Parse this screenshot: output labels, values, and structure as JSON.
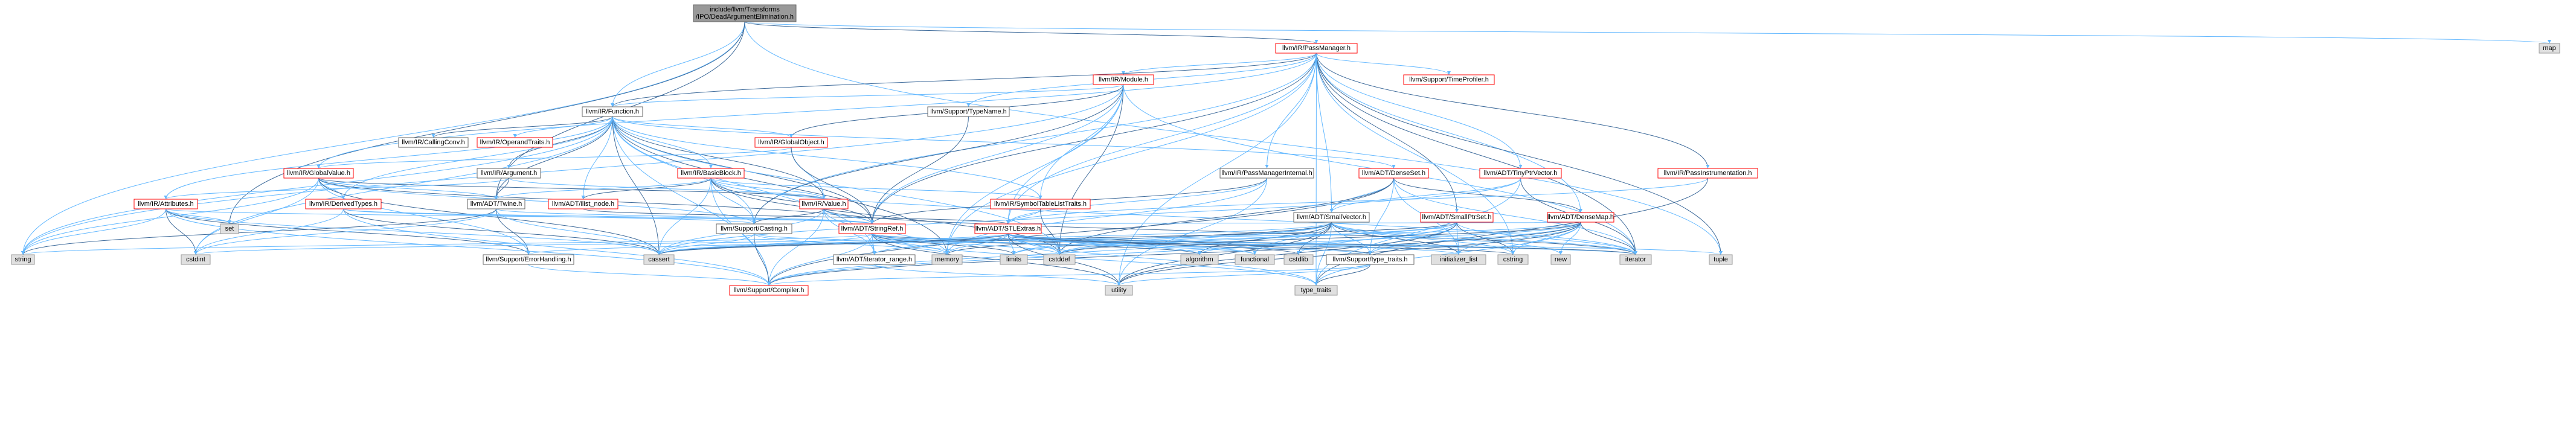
{
  "colors": {
    "root_fill": "#999999",
    "root_stroke": "#666666",
    "file_fill": "#ffffff",
    "file_stroke": "#ff0000",
    "plain_stroke": "#666666",
    "system_fill": "#e0e0e0",
    "system_stroke": "#999999",
    "edge": "#63b8ff",
    "edge_alt": "#3d6a9a",
    "text": "#000000"
  },
  "nodes": [
    {
      "id": "root",
      "label": "include/llvm/Transforms\n/IPO/DeadArgumentElimination.h",
      "kind": "root"
    },
    {
      "id": "passmanager",
      "label": "llvm/IR/PassManager.h",
      "kind": "file"
    },
    {
      "id": "map",
      "label": "map",
      "kind": "system"
    },
    {
      "id": "module",
      "label": "llvm/IR/Module.h",
      "kind": "file"
    },
    {
      "id": "timeprofiler",
      "label": "llvm/Support/TimeProfiler.h",
      "kind": "file"
    },
    {
      "id": "function",
      "label": "llvm/IR/Function.h",
      "kind": "plain"
    },
    {
      "id": "typename",
      "label": "llvm/Support/TypeName.h",
      "kind": "plain"
    },
    {
      "id": "callingconv",
      "label": "llvm/IR/CallingConv.h",
      "kind": "plain"
    },
    {
      "id": "operandtraits",
      "label": "llvm/IR/OperandTraits.h",
      "kind": "file"
    },
    {
      "id": "globalobject",
      "label": "llvm/IR/GlobalObject.h",
      "kind": "file"
    },
    {
      "id": "globalvalue",
      "label": "llvm/IR/GlobalValue.h",
      "kind": "file"
    },
    {
      "id": "argument",
      "label": "llvm/IR/Argument.h",
      "kind": "plain"
    },
    {
      "id": "basicblock",
      "label": "llvm/IR/BasicBlock.h",
      "kind": "file"
    },
    {
      "id": "pmi",
      "label": "llvm/IR/PassManagerInternal.h",
      "kind": "plain"
    },
    {
      "id": "denseset",
      "label": "llvm/ADT/DenseSet.h",
      "kind": "file"
    },
    {
      "id": "tinyptrvector",
      "label": "llvm/ADT/TinyPtrVector.h",
      "kind": "file"
    },
    {
      "id": "passinstr",
      "label": "llvm/IR/PassInstrumentation.h",
      "kind": "file"
    },
    {
      "id": "attributes",
      "label": "llvm/IR/Attributes.h",
      "kind": "file"
    },
    {
      "id": "twine",
      "label": "llvm/ADT/Twine.h",
      "kind": "plain"
    },
    {
      "id": "derivedtypes",
      "label": "llvm/IR/DerivedTypes.h",
      "kind": "file"
    },
    {
      "id": "ilistnode",
      "label": "llvm/ADT/ilist_node.h",
      "kind": "file"
    },
    {
      "id": "value",
      "label": "llvm/IR/Value.h",
      "kind": "file"
    },
    {
      "id": "symtab",
      "label": "llvm/IR/SymbolTableListTraits.h",
      "kind": "file"
    },
    {
      "id": "smallvector",
      "label": "llvm/ADT/SmallVector.h",
      "kind": "plain"
    },
    {
      "id": "smallptrset",
      "label": "llvm/ADT/SmallPtrSet.h",
      "kind": "file"
    },
    {
      "id": "densemap",
      "label": "llvm/ADT/DenseMap.h",
      "kind": "file"
    },
    {
      "id": "set",
      "label": "set",
      "kind": "system"
    },
    {
      "id": "casting",
      "label": "llvm/Support/Casting.h",
      "kind": "plain"
    },
    {
      "id": "stringref",
      "label": "llvm/ADT/StringRef.h",
      "kind": "file"
    },
    {
      "id": "stlextras",
      "label": "llvm/ADT/STLExtras.h",
      "kind": "file"
    },
    {
      "id": "errorhandling",
      "label": "llvm/Support/ErrorHandling.h",
      "kind": "plain"
    },
    {
      "id": "iterrange",
      "label": "llvm/ADT/iterator_range.h",
      "kind": "plain"
    },
    {
      "id": "typetraits_sup",
      "label": "llvm/Support/type_traits.h",
      "kind": "plain"
    },
    {
      "id": "compiler",
      "label": "llvm/Support/Compiler.h",
      "kind": "file"
    },
    {
      "id": "string",
      "label": "string",
      "kind": "system"
    },
    {
      "id": "cstdint",
      "label": "cstdint",
      "kind": "system"
    },
    {
      "id": "cassert",
      "label": "cassert",
      "kind": "system"
    },
    {
      "id": "memory",
      "label": "memory",
      "kind": "system"
    },
    {
      "id": "limits",
      "label": "limits",
      "kind": "system"
    },
    {
      "id": "cstddef",
      "label": "cstddef",
      "kind": "system"
    },
    {
      "id": "algorithm",
      "label": "algorithm",
      "kind": "system"
    },
    {
      "id": "functional",
      "label": "functional",
      "kind": "system"
    },
    {
      "id": "cstdlib",
      "label": "cstdlib",
      "kind": "system"
    },
    {
      "id": "initlist",
      "label": "initializer_list",
      "kind": "system"
    },
    {
      "id": "cstring",
      "label": "cstring",
      "kind": "system"
    },
    {
      "id": "new",
      "label": "new",
      "kind": "system"
    },
    {
      "id": "iterator",
      "label": "iterator",
      "kind": "system"
    },
    {
      "id": "tuple",
      "label": "tuple",
      "kind": "system"
    },
    {
      "id": "utility",
      "label": "utility",
      "kind": "system"
    },
    {
      "id": "typetraits",
      "label": "type_traits",
      "kind": "system"
    }
  ],
  "edges": [
    [
      "root",
      "passmanager"
    ],
    [
      "root",
      "map"
    ],
    [
      "root",
      "function"
    ],
    [
      "root",
      "twine"
    ],
    [
      "root",
      "string"
    ],
    [
      "root",
      "tuple"
    ],
    [
      "root",
      "set"
    ],
    [
      "passmanager",
      "module"
    ],
    [
      "passmanager",
      "timeprofiler"
    ],
    [
      "passmanager",
      "function"
    ],
    [
      "passmanager",
      "typename"
    ],
    [
      "passmanager",
      "pmi"
    ],
    [
      "passmanager",
      "passinstr"
    ],
    [
      "passmanager",
      "tinyptrvector"
    ],
    [
      "passmanager",
      "densemap"
    ],
    [
      "passmanager",
      "smallptrset"
    ],
    [
      "passmanager",
      "smallvector"
    ],
    [
      "passmanager",
      "stlextras"
    ],
    [
      "passmanager",
      "stringref"
    ],
    [
      "passmanager",
      "casting"
    ],
    [
      "passmanager",
      "cstring"
    ],
    [
      "passmanager",
      "iterator"
    ],
    [
      "passmanager",
      "list"
    ],
    [
      "passmanager",
      "memory"
    ],
    [
      "passmanager",
      "tuple"
    ],
    [
      "passmanager",
      "typetraits"
    ],
    [
      "passmanager",
      "utility"
    ],
    [
      "passmanager",
      "vector"
    ],
    [
      "passmanager",
      "globalvalue"
    ],
    [
      "module",
      "function"
    ],
    [
      "module",
      "globalobject"
    ],
    [
      "module",
      "symtab"
    ],
    [
      "module",
      "stringref"
    ],
    [
      "module",
      "casting"
    ],
    [
      "module",
      "iterator"
    ],
    [
      "module",
      "memory"
    ],
    [
      "module",
      "cstddef"
    ],
    [
      "module",
      "string"
    ],
    [
      "module",
      "stlextras"
    ],
    [
      "function",
      "callingconv"
    ],
    [
      "function",
      "operandtraits"
    ],
    [
      "function",
      "globalobject"
    ],
    [
      "function",
      "argument"
    ],
    [
      "function",
      "basicblock"
    ],
    [
      "function",
      "attributes"
    ],
    [
      "function",
      "twine"
    ],
    [
      "function",
      "derivedtypes"
    ],
    [
      "function",
      "ilistnode"
    ],
    [
      "function",
      "value"
    ],
    [
      "function",
      "symtab"
    ],
    [
      "function",
      "denseset"
    ],
    [
      "function",
      "stringref"
    ],
    [
      "function",
      "casting"
    ],
    [
      "function",
      "compiler"
    ],
    [
      "function",
      "cassert"
    ],
    [
      "function",
      "cstddef"
    ],
    [
      "function",
      "cstdint"
    ],
    [
      "function",
      "memory"
    ],
    [
      "function",
      "string"
    ],
    [
      "function",
      "iterrange"
    ],
    [
      "typename",
      "stringref"
    ],
    [
      "globalobject",
      "globalvalue"
    ],
    [
      "globalobject",
      "value"
    ],
    [
      "globalobject",
      "stringref"
    ],
    [
      "globalvalue",
      "twine"
    ],
    [
      "globalvalue",
      "derivedtypes"
    ],
    [
      "globalvalue",
      "value"
    ],
    [
      "globalvalue",
      "casting"
    ],
    [
      "globalvalue",
      "errorhandling"
    ],
    [
      "globalvalue",
      "cassert"
    ],
    [
      "globalvalue",
      "cstdint"
    ],
    [
      "globalvalue",
      "string"
    ],
    [
      "globalvalue",
      "stringref"
    ],
    [
      "argument",
      "attributes"
    ],
    [
      "argument",
      "value"
    ],
    [
      "argument",
      "twine"
    ],
    [
      "basicblock",
      "value"
    ],
    [
      "basicblock",
      "symtab"
    ],
    [
      "basicblock",
      "ilistnode"
    ],
    [
      "basicblock",
      "twine"
    ],
    [
      "basicblock",
      "casting"
    ],
    [
      "basicblock",
      "stringref"
    ],
    [
      "basicblock",
      "iterator"
    ],
    [
      "basicblock",
      "cassert"
    ],
    [
      "basicblock",
      "cstddef"
    ],
    [
      "basicblock",
      "compiler"
    ],
    [
      "pmi",
      "stlextras"
    ],
    [
      "pmi",
      "stringref"
    ],
    [
      "pmi",
      "memory"
    ],
    [
      "pmi",
      "utility"
    ],
    [
      "denseset",
      "densemap"
    ],
    [
      "denseset",
      "smallvector"
    ],
    [
      "denseset",
      "iterator"
    ],
    [
      "denseset",
      "cstddef"
    ],
    [
      "denseset",
      "initlist"
    ],
    [
      "denseset",
      "typetraits_sup"
    ],
    [
      "denseset",
      "compiler"
    ],
    [
      "tinyptrvector",
      "smallvector"
    ],
    [
      "tinyptrvector",
      "cassert"
    ],
    [
      "tinyptrvector",
      "iterator"
    ],
    [
      "tinyptrvector",
      "typetraits"
    ],
    [
      "passinstr",
      "stlextras"
    ],
    [
      "passinstr",
      "typetraits"
    ],
    [
      "attributes",
      "stringref"
    ],
    [
      "attributes",
      "cassert"
    ],
    [
      "attributes",
      "cstdint"
    ],
    [
      "attributes",
      "set"
    ],
    [
      "attributes",
      "string"
    ],
    [
      "attributes",
      "errorhandling"
    ],
    [
      "attributes",
      "compiler"
    ],
    [
      "twine",
      "stringref"
    ],
    [
      "twine",
      "errorhandling"
    ],
    [
      "twine",
      "cassert"
    ],
    [
      "twine",
      "cstdint"
    ],
    [
      "twine",
      "string"
    ],
    [
      "derivedtypes",
      "stringref"
    ],
    [
      "derivedtypes",
      "casting"
    ],
    [
      "derivedtypes",
      "cassert"
    ],
    [
      "derivedtypes",
      "cstdint"
    ],
    [
      "derivedtypes",
      "compiler"
    ],
    [
      "ilistnode",
      "stlextras"
    ],
    [
      "value",
      "stringref"
    ],
    [
      "value",
      "iterrange"
    ],
    [
      "value",
      "casting"
    ],
    [
      "value",
      "compiler"
    ],
    [
      "value",
      "cassert"
    ],
    [
      "value",
      "iterator"
    ],
    [
      "value",
      "memory"
    ],
    [
      "symtab",
      "stlextras"
    ],
    [
      "symtab",
      "cstddef"
    ],
    [
      "smallvector",
      "compiler"
    ],
    [
      "smallvector",
      "typetraits_sup"
    ],
    [
      "smallvector",
      "algorithm"
    ],
    [
      "smallvector",
      "cassert"
    ],
    [
      "smallvector",
      "cstddef"
    ],
    [
      "smallvector",
      "cstdlib"
    ],
    [
      "smallvector",
      "cstring"
    ],
    [
      "smallvector",
      "functional"
    ],
    [
      "smallvector",
      "initlist"
    ],
    [
      "smallvector",
      "iterator"
    ],
    [
      "smallvector",
      "limits"
    ],
    [
      "smallvector",
      "memory"
    ],
    [
      "smallvector",
      "new"
    ],
    [
      "smallvector",
      "typetraits"
    ],
    [
      "smallvector",
      "utility"
    ],
    [
      "smallptrset",
      "typetraits_sup"
    ],
    [
      "smallptrset",
      "compiler"
    ],
    [
      "smallptrset",
      "cassert"
    ],
    [
      "smallptrset",
      "cstddef"
    ],
    [
      "smallptrset",
      "cstdlib"
    ],
    [
      "smallptrset",
      "cstring"
    ],
    [
      "smallptrset",
      "initlist"
    ],
    [
      "smallptrset",
      "iterator"
    ],
    [
      "smallptrset",
      "utility"
    ],
    [
      "smallptrset",
      "limits"
    ],
    [
      "densemap",
      "typetraits_sup"
    ],
    [
      "densemap",
      "compiler"
    ],
    [
      "densemap",
      "algorithm"
    ],
    [
      "densemap",
      "cassert"
    ],
    [
      "densemap",
      "cstddef"
    ],
    [
      "densemap",
      "cstring"
    ],
    [
      "densemap",
      "initlist"
    ],
    [
      "densemap",
      "iterator"
    ],
    [
      "densemap",
      "new"
    ],
    [
      "densemap",
      "typetraits"
    ],
    [
      "densemap",
      "utility"
    ],
    [
      "densemap",
      "stlextras"
    ],
    [
      "casting",
      "typetraits_sup"
    ],
    [
      "casting",
      "compiler"
    ],
    [
      "casting",
      "cassert"
    ],
    [
      "casting",
      "memory"
    ],
    [
      "casting",
      "optional"
    ],
    [
      "stringref",
      "iterrange"
    ],
    [
      "stringref",
      "compiler"
    ],
    [
      "stringref",
      "algorithm"
    ],
    [
      "stringref",
      "cassert"
    ],
    [
      "stringref",
      "cstddef"
    ],
    [
      "stringref",
      "cstring"
    ],
    [
      "stringref",
      "functional"
    ],
    [
      "stringref",
      "iterator"
    ],
    [
      "stringref",
      "limits"
    ],
    [
      "stringref",
      "string"
    ],
    [
      "stringref",
      "typetraits"
    ],
    [
      "stringref",
      "utility"
    ],
    [
      "stringref",
      "memory"
    ],
    [
      "stlextras",
      "iterrange"
    ],
    [
      "stlextras",
      "typetraits_sup"
    ],
    [
      "stlextras",
      "errorhandling"
    ],
    [
      "stlextras",
      "algorithm"
    ],
    [
      "stlextras",
      "cassert"
    ],
    [
      "stlextras",
      "cstddef"
    ],
    [
      "stlextras",
      "cstdint"
    ],
    [
      "stlextras",
      "cstdlib"
    ],
    [
      "stlextras",
      "functional"
    ],
    [
      "stlextras",
      "initlist"
    ],
    [
      "stlextras",
      "iterator"
    ],
    [
      "stlextras",
      "limits"
    ],
    [
      "stlextras",
      "memory"
    ],
    [
      "stlextras",
      "optional"
    ],
    [
      "stlextras",
      "tuple"
    ],
    [
      "stlextras",
      "typetraits"
    ],
    [
      "stlextras",
      "utility"
    ],
    [
      "errorhandling",
      "compiler"
    ],
    [
      "iterrange",
      "utility"
    ],
    [
      "typetraits_sup",
      "typetraits"
    ],
    [
      "typetraits_sup",
      "utility"
    ],
    [
      "typetraits_sup",
      "compiler"
    ]
  ]
}
